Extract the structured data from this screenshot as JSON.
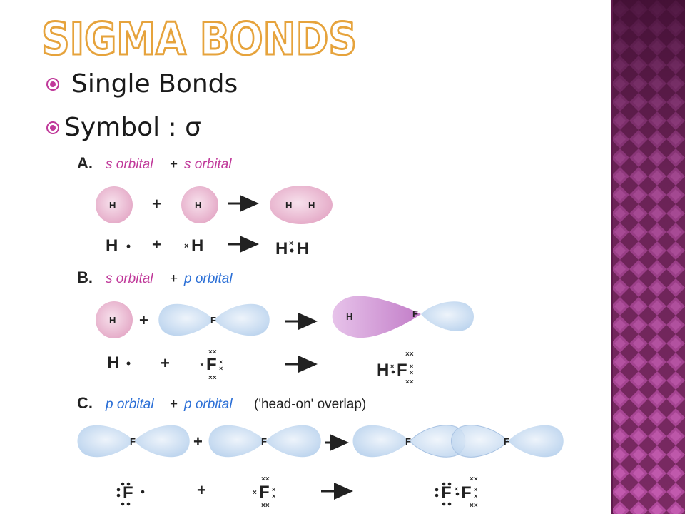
{
  "slide": {
    "title": "SIGMA BONDS",
    "bullets": [
      {
        "text": "Single Bonds"
      },
      {
        "text": "Symbol : σ"
      }
    ]
  },
  "colors": {
    "title_fill": "#ffffff",
    "title_outline": "#e6a33c",
    "side_panel_base": "#7a2a63",
    "side_panel_accent": "#b04a9c",
    "s_orbital": "#e4a8c6",
    "p_orbital": "#bcd4ee",
    "sp_hybrid": "#cc8fd0",
    "label_magenta": "#c0399a",
    "label_blue": "#2b6fd6",
    "text_dark": "#1a1a1a"
  },
  "diagram": {
    "sections": {
      "A": {
        "letter": "A.",
        "first": "s orbital",
        "plus": "+",
        "second": "s orbital",
        "orbital_row": {
          "atom1": "H",
          "plus": "+",
          "atom2": "H",
          "product": [
            "H",
            "H"
          ]
        },
        "lewis_row": {
          "left": "H",
          "plus": "+",
          "right": "H",
          "product_left": "H",
          "product_right": "H"
        }
      },
      "B": {
        "letter": "B.",
        "first": "s orbital",
        "plus": "+",
        "second": "p orbital",
        "orbital_row": {
          "atom1": "H",
          "plus": "+",
          "atom2": "F",
          "product": [
            "H",
            "F"
          ]
        },
        "lewis_row": {
          "left": "H",
          "plus": "+",
          "right": "F",
          "product_left": "H",
          "product_right": "F"
        }
      },
      "C": {
        "letter": "C.",
        "first": "p orbital",
        "plus": "+",
        "second": "p orbital",
        "note": "('head-on' overlap)",
        "orbital_row": {
          "atom1": "F",
          "plus": "+",
          "atom2": "F",
          "product": [
            "F",
            "F"
          ]
        },
        "lewis_row": {
          "left": "F",
          "plus": "+",
          "right": "F",
          "product_left": "F",
          "product_right": "F"
        }
      }
    }
  }
}
